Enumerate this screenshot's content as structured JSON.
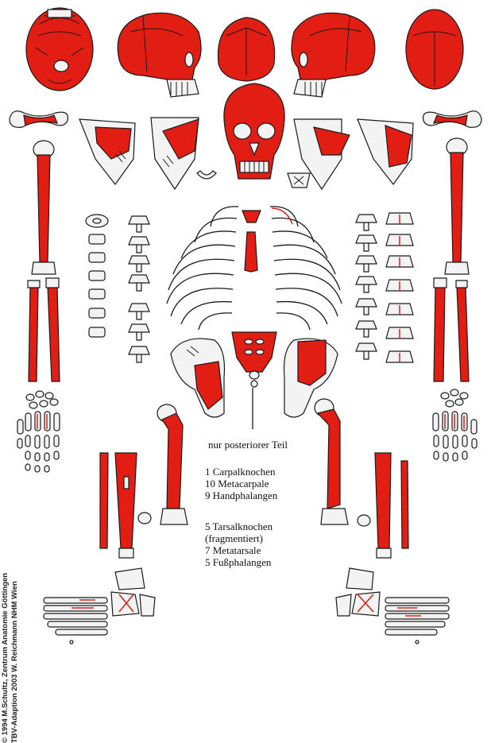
{
  "annotation": {
    "posterior_note": "nur posteriorer Teil",
    "hand_items": [
      "1 Carpalknochen",
      "10 Metacarpale",
      "9 Handphalangen"
    ],
    "foot_items": [
      "5 Tarsalknochen",
      "(fragmentiert)",
      "7 Metatarsale",
      "5 Fußphalangen"
    ]
  },
  "credit": {
    "line1": "© 1994 M.Schultz, Zentrum Anatomie  Göttingen",
    "line2": "TBV-Adaption 2003 W. Reichmann   NHM Wien"
  },
  "colors": {
    "preserved": "#e11d14",
    "missing": "#f3f3f3",
    "outline": "#1a1a1a"
  }
}
